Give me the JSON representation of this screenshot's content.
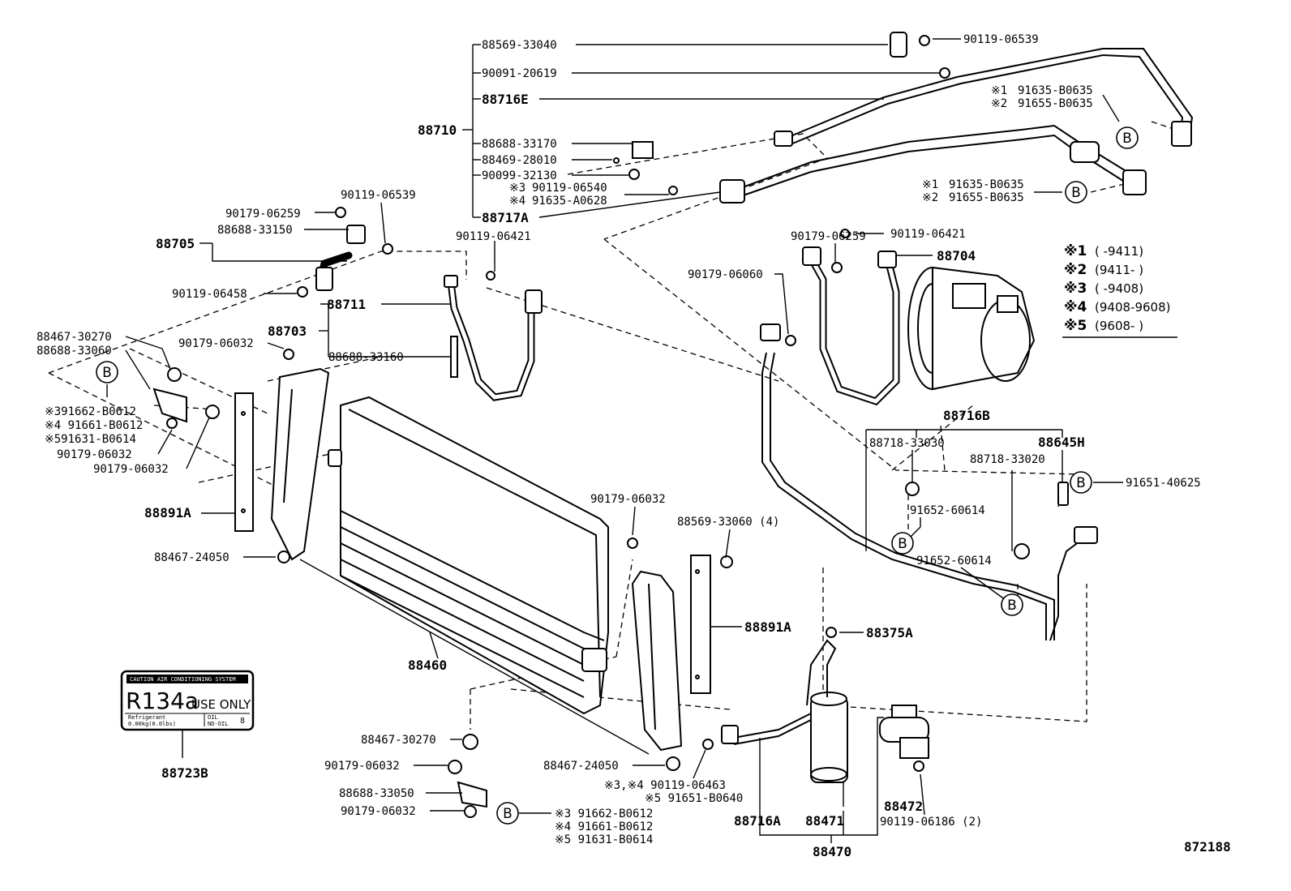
{
  "labels": {
    "p88569_33040": "88569-33040",
    "p90119_06539_top": "90119-06539",
    "p90091_20619": "90091-20619",
    "p88716E": "88716E",
    "p91635_B0635_a_mark": "※1",
    "p91635_B0635_a": "91635-B0635",
    "p91655_B0635_a_mark": "※2",
    "p91655_B0635_a": "91655-B0635",
    "p88710": "88710",
    "p88688_33170": "88688-33170",
    "p88469_28010": "88469-28010",
    "p90099_32130": "90099-32130",
    "p90119_06540_mark": "※3",
    "p90119_06540": "90119-06540",
    "p91635_A0628_mark": "※4",
    "p91635_A0628": "91635-A0628",
    "p88717A": "88717A",
    "p91635_B0635_b_mark": "※1",
    "p91635_B0635_b": "91635-B0635",
    "p91655_B0635_b_mark": "※2",
    "p91655_B0635_b": "91655-B0635",
    "p90119_06539_left": "90119-06539",
    "p90179_06259_left": "90179-06259",
    "p88688_33150": "88688-33150",
    "p88705": "88705",
    "p90119_06421_mid": "90119-06421",
    "p90179_06259_right": "90179-06259",
    "p90119_06421_right": "90119-06421",
    "p88704": "88704",
    "p90179_06060": "90179-06060",
    "p90119_06458": "90119-06458",
    "p88711": "88711",
    "p88703": "88703",
    "p88467_30270_top": "88467-30270",
    "p88688_33060": "88688-33060",
    "p90179_06032_a": "90179-06032",
    "p88688_33160": "88688-33160",
    "p91662_B0612_top": "※391662-B0612",
    "p91661_B0612_top": "※4 91661-B0612",
    "p91631_B0614_top": "※591631-B0614",
    "p90179_06032_b": "90179-06032",
    "p90179_06032_c": "90179-06032",
    "p88716B": "88716B",
    "p88718_33030": "88718-33030",
    "p88645H": "88645H",
    "p88718_33020": "88718-33020",
    "p91651_40625": "91651-40625",
    "p91652_60614_a": "91652-60614",
    "p91652_60614_b": "91652-60614",
    "p88891A_left": "88891A",
    "p90179_06032_d": "90179-06032",
    "p88569_33060": "88569-33060 (4)",
    "p88467_24050_left": "88467-24050",
    "p88891A_right": "88891A",
    "p88375A": "88375A",
    "p88460": "88460",
    "p88723B": "88723B",
    "p88467_30270_bot": "88467-30270",
    "p90179_06032_e": "90179-06032",
    "p88688_33050": "88688-33050",
    "p90179_06032_f": "90179-06032",
    "p88467_24050_right": "88467-24050",
    "p90119_06463": "※3,※4 90119-06463",
    "p91651_B0640": "※5 91651-B0640",
    "p91662_B0612_bot": "※3  91662-B0612",
    "p91661_B0612_bot": "※4  91661-B0612",
    "p91631_B0614_bot": "※5  91631-B0614",
    "p88716A": "88716A",
    "p88471": "88471",
    "p88472": "88472",
    "p90119_06186": "90119-06186 (2)",
    "p88470": "88470",
    "diagram_id": "872188"
  },
  "callout_letter": "B",
  "legend": [
    {
      "mark": "※1",
      "range": "(      -9411)"
    },
    {
      "mark": "※2",
      "range": "(9411-      )"
    },
    {
      "mark": "※3",
      "range": "(      -9408)"
    },
    {
      "mark": "※4",
      "range": "(9408-9608)"
    },
    {
      "mark": "※5",
      "range": "(9608-      )"
    }
  ],
  "sticker": {
    "header": "CAUTION AIR CONDITIONING SYSTEM",
    "refrigerant": "R134a",
    "use_only": "USE ONLY",
    "line1": "Refrigerant",
    "line2": "0.00kg(0.0lbs)",
    "oil_label": "OIL",
    "oil_type": "ND-OIL",
    "oil_num": "8"
  }
}
